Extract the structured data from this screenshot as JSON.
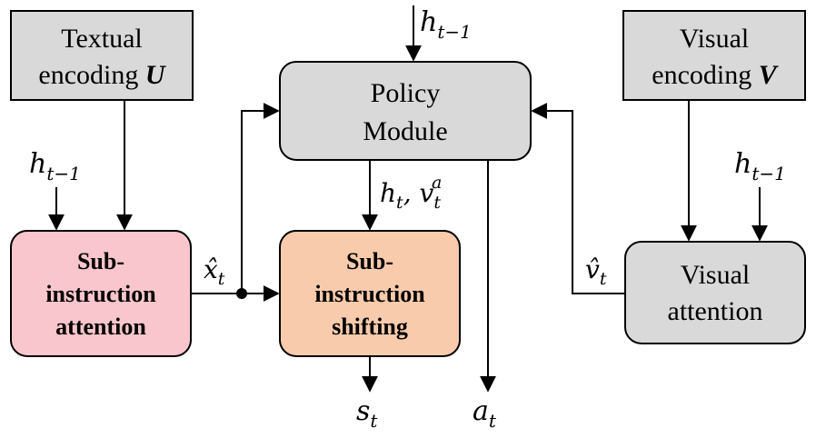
{
  "colors": {
    "gray_box": "#d9d9d9",
    "pink_box": "#f8c6cc",
    "orange_box": "#f8cbad",
    "stroke": "#000000"
  },
  "boxes": {
    "textual": {
      "line1": "Textual",
      "line2": "encoding ",
      "sym": "U"
    },
    "visual": {
      "line1": "Visual",
      "line2": "encoding ",
      "sym": "V"
    },
    "policy": {
      "line1": "Policy",
      "line2": "Module"
    },
    "sub_attention": {
      "line1": "Sub-",
      "line2": "instruction",
      "line3": "attention"
    },
    "sub_shifting": {
      "line1": "Sub-",
      "line2": "instruction",
      "line3": "shifting"
    },
    "visual_attention": {
      "line1": "Visual",
      "line2": "attention"
    }
  },
  "labels": {
    "h_top": {
      "base": "h",
      "sub": "t−1"
    },
    "h_left": {
      "base": "h",
      "sub": "t−1"
    },
    "h_right": {
      "base": "h",
      "sub": "t−1"
    },
    "x_hat": {
      "base": "x̂",
      "sub": "t"
    },
    "v_hat": {
      "base": "v̂",
      "sub": "t"
    },
    "h_v": {
      "h": "h",
      "h_sub": "t",
      "sep": ", ",
      "v": "v",
      "v_sub": "t",
      "v_sup": "a"
    },
    "s_t": {
      "base": "s",
      "sub": "t"
    },
    "a_t": {
      "base": "a",
      "sub": "t"
    }
  }
}
